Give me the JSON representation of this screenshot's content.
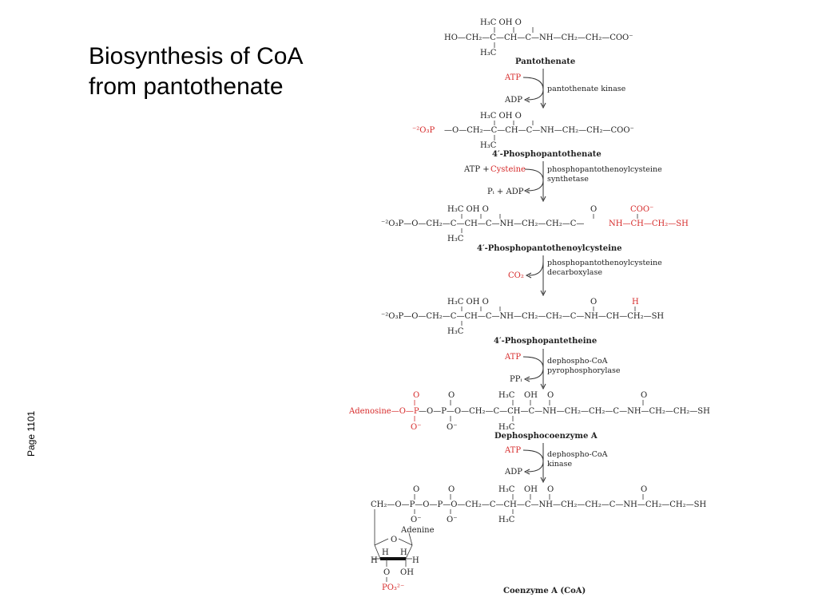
{
  "slide": {
    "title_line1": "Biosynthesis of CoA",
    "title_line2": "from pantothenate",
    "page_label": "Page 1101"
  },
  "pathway": {
    "compounds": {
      "c1": "Pantothenate",
      "c2": "4′-Phosphopantothenate",
      "c3": "4′-Phosphopantothenoylcysteine",
      "c4": "4′-Phosphopantetheine",
      "c5": "Dephosphocoenzyme A",
      "c6": "Coenzyme A (CoA)"
    },
    "steps": {
      "s1": {
        "in": "ATP",
        "out": "ADP",
        "enzyme1": "pantothenate kinase",
        "enzyme2": ""
      },
      "s2": {
        "in_a": "ATP + ",
        "in_b": "Cysteine",
        "out": "Pᵢ + ADP",
        "enzyme1": "phosphopantothenoylcysteine",
        "enzyme2": "synthetase"
      },
      "s3": {
        "out": "CO₂",
        "enzyme1": "phosphopantothenoylcysteine",
        "enzyme2": "decarboxylase"
      },
      "s4": {
        "in": "ATP",
        "out": "PPᵢ",
        "enzyme1": "dephospho-CoA",
        "enzyme2": "pyrophosphorylase"
      },
      "s5": {
        "in": "ATP",
        "out": "ADP",
        "enzyme1": "dephospho-CoA",
        "enzyme2": "kinase"
      }
    },
    "structures": {
      "s1_top": "H₃C   OH    O",
      "s1_main": "HO—CH₂—C—CH—C—NH—CH₂—CH₂—COO⁻",
      "s1_bot": "H₃C",
      "s2_main_red": "⁻²O₃P",
      "s2_main": "—O—CH₂—C—CH—C—NH—CH₂—CH₂—COO⁻",
      "s3_main": "⁻²O₃P—O—CH₂—C—CH—C—NH—CH₂—CH₂—C—",
      "s3_main_red": "NH—CH—CH₂—SH",
      "s3_top_red": "COO⁻",
      "s4_main": "⁻²O₃P—O—CH₂—C—CH—C—NH—CH₂—CH₂—C—NH—CH—CH₂—SH",
      "s4_top_red": "H",
      "s5_red": "Adenosine—O—P",
      "s5_main": "—O—P—O—CH₂—C—CH—C—NH—CH₂—CH₂—C—NH—CH₂—CH₂—SH",
      "s6_main": "CH₂—O—P—O—P—O—CH₂—C—CH—C—NH—CH₂—CH₂—C—NH—CH₂—CH₂—SH",
      "adenine": "Adenine",
      "ring_o": "O",
      "h": "H",
      "oh": "OH",
      "o": "O",
      "po3": "PO₃²⁻",
      "o_minus": "O⁻",
      "dbl_o": "O",
      "h3c": "H₃C"
    }
  }
}
